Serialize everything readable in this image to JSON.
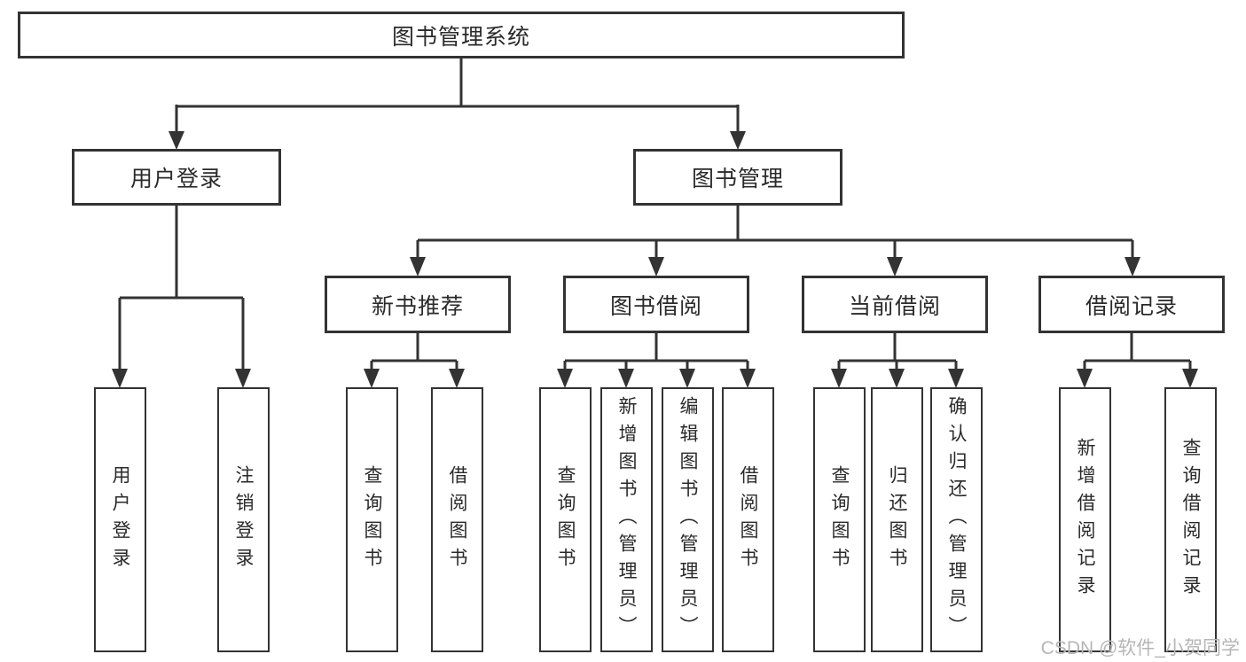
{
  "tree": {
    "root": "图书管理系统",
    "level2": [
      {
        "label": "用户登录",
        "leaves": [
          "用户登录",
          "注销登录"
        ]
      },
      {
        "label": "图书管理",
        "level3": [
          {
            "label": "新书推荐",
            "leaves": [
              "查询图书",
              "借阅图书"
            ]
          },
          {
            "label": "图书借阅",
            "leaves": [
              "查询图书",
              "新增图书（管理员）",
              "编辑图书（管理员）",
              "借阅图书"
            ]
          },
          {
            "label": "当前借阅",
            "leaves": [
              "查询图书",
              "归还图书",
              "确认归还（管理员）"
            ]
          },
          {
            "label": "借阅记录",
            "leaves": [
              "新增借阅记录",
              "查询借阅记录"
            ]
          }
        ]
      }
    ]
  },
  "watermark": "CSDN @软件_小贺同学",
  "colors": {
    "line": "#333333",
    "text": "#2a2a2a",
    "watermark": "#b6b6b6",
    "background": "#ffffff"
  }
}
